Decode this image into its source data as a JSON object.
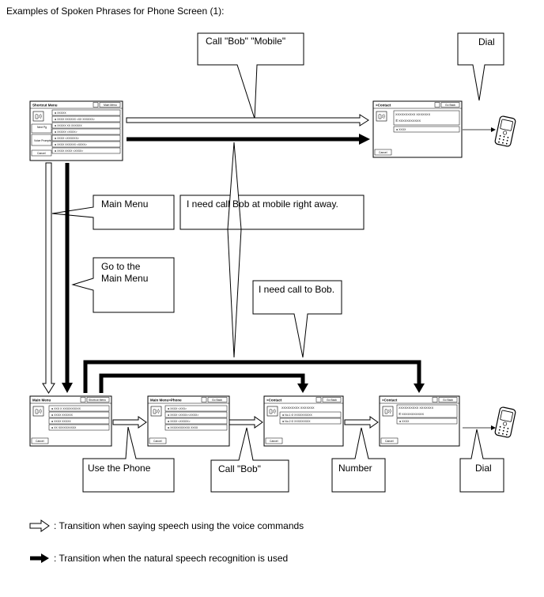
{
  "title": "Examples of Spoken Phrases for Phone Screen (1):",
  "callouts": {
    "call_bob_mobile": "Call \"Bob\" \"Mobile\"",
    "dial_top": "Dial",
    "main_menu": "Main Menu",
    "need_call_bob_mobile": "I need call Bob at mobile right away.",
    "go_to_main_menu_1": "Go to the",
    "go_to_main_menu_2": "Main Menu",
    "need_call_bob": "I need call to Bob.",
    "use_the_phone": "Use the Phone",
    "call_bob": "Call \"Bob\"",
    "number": "Number",
    "dial_bottom": "Dial"
  },
  "screens": {
    "shortcut_menu": {
      "title": "Shortcut Menu",
      "top_button": "Main Menu",
      "side_buttons": [
        "Next Pg",
        "Voice Prompts",
        "Cancel"
      ],
      "rows": [
        "◄ XXXXX",
        "◄ XXXX XXXXXX <XX XXXXXX>",
        "◄ XXXXX XX XXXXXX",
        "◄ XXXXX <XXXX>",
        "◄ XXXX <XXXXXX>",
        "◄ XXXX XXXXXX <XXXX>",
        "◄ XXXX XXXX <XXXX>"
      ]
    },
    "contact_top": {
      "title": ">Contact",
      "top_button": "Go Back",
      "name_line": "XXXXXXXXXX XXXXXXX",
      "phone_line": "✆ XXXXXXXXXXX",
      "rows": [
        "◄ XXXX"
      ],
      "cancel": "Cancel"
    },
    "main_menu": {
      "title": "Main Menu",
      "top_button": "Shortcut Menu",
      "rows": [
        "◄ XXX X XXXXXXXXXX",
        "◄ XXXX XXXXXX",
        "◄ XXXX XXXXX",
        "◄ XX XXXXXXXXXX"
      ],
      "cancel": "Cancel"
    },
    "main_menu_phone": {
      "title": "Main Menu>Phone",
      "top_button": "Go Back",
      "rows": [
        "◄ XXXX <XXX>",
        "◄ XXXX <XXXX><XXXX>",
        "◄ XXXX <XXXXX>",
        "◄ XXXXXXXXXXX XXXX"
      ],
      "cancel": "Cancel"
    },
    "contact_mid": {
      "title": ">Contact",
      "top_button": "Go Back",
      "name_line": "XXXXXXXXX XXXXXXX",
      "rows": [
        "◄ No.1  ✆ XXXXXXXXXX",
        "◄ No.2  ✆ XXXXXXXXX"
      ],
      "cancel": "Cancel"
    },
    "contact_right": {
      "title": ">Contact",
      "top_button": "Go Back",
      "name_line": "XXXXXXXXXX XXXXXXX",
      "phone_line": "✆ XXXXXXXXXXX",
      "rows": [
        "◄ XXXX"
      ],
      "cancel": "Cancel"
    }
  },
  "legend": {
    "voice_commands": ": Transition when saying speech using the voice commands",
    "natural_speech": ": Transition when the natural speech recognition is used"
  }
}
